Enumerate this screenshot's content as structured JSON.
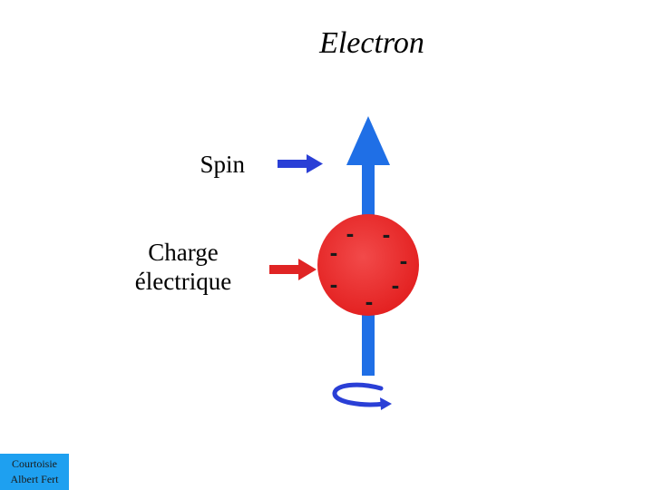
{
  "title": "Electron",
  "labels": {
    "spin": "Spin",
    "charge_line1": "Charge",
    "charge_line2": "électrique"
  },
  "charges": [
    "-",
    "-",
    "-",
    "-",
    "-",
    "-",
    "-"
  ],
  "credit": {
    "line1": "Courtoisie",
    "line2": "Albert Fert"
  },
  "colors": {
    "spin_arrow": "#2a3fd6",
    "charge_arrow": "#e02424",
    "electron_body": "#ea2c2c",
    "spin_axis": "#1f6fe6",
    "credit_bg": "#1ea0f0"
  }
}
